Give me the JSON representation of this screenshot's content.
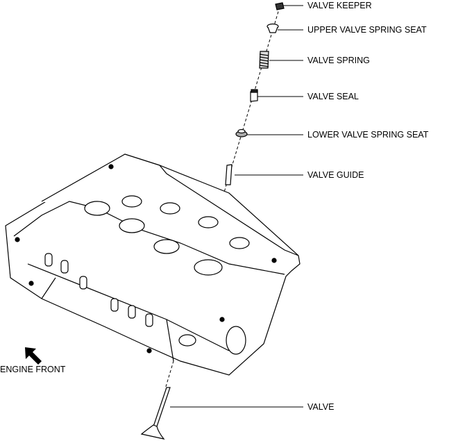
{
  "labels": {
    "valve_keeper": "VALVE KEEPER",
    "upper_valve_spring_seat": "UPPER VALVE SPRING SEAT",
    "valve_spring": "VALVE SPRING",
    "valve_seal": "VALVE SEAL",
    "lower_valve_spring_seat": "LOWER VALVE SPRING SEAT",
    "valve_guide": "VALVE GUIDE",
    "valve": "VALVE",
    "engine_front": "ENGINE FRONT"
  }
}
